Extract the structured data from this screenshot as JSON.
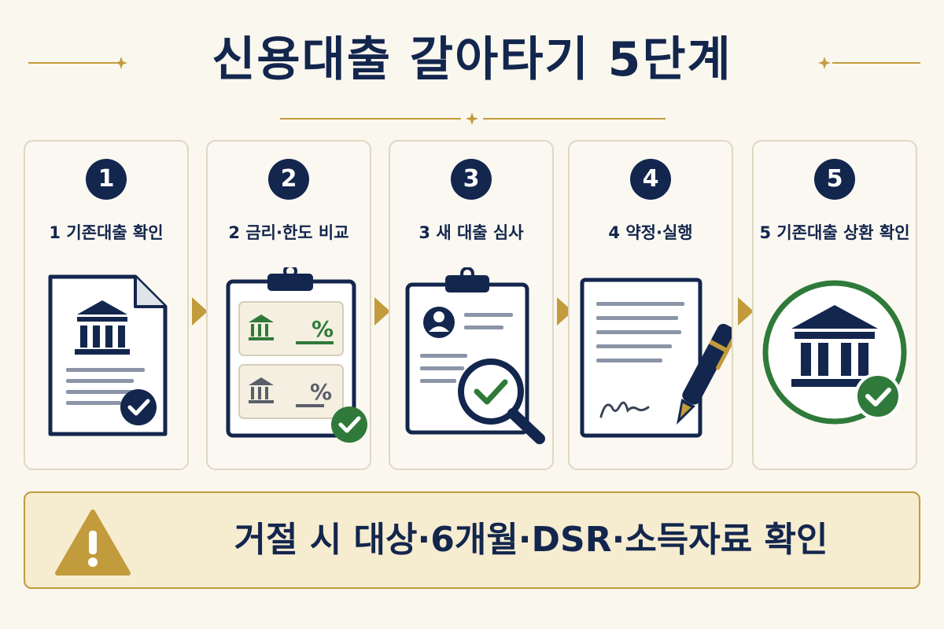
{
  "title": "신용대출 갈아타기 5단계",
  "steps": [
    {
      "number": "1",
      "label": "1 기존대출 확인",
      "icon": "bank-document-check-icon"
    },
    {
      "number": "2",
      "label": "2 금리·한도 비교",
      "icon": "clipboard-rate-compare-icon"
    },
    {
      "number": "3",
      "label": "3 새 대출 심사",
      "icon": "clipboard-magnifier-review-icon"
    },
    {
      "number": "4",
      "label": "4 약정·실행",
      "icon": "contract-pen-sign-icon"
    },
    {
      "number": "5",
      "label": "5 기존대출 상환 확인",
      "icon": "bank-circle-check-icon"
    }
  ],
  "warning": {
    "text": "거절 시 대상·6개월·DSR·소득자료 확인",
    "icon": "warning-triangle-icon"
  },
  "colors": {
    "navy": "#13264d",
    "gold": "#c29b3c",
    "green": "#2f7a3a",
    "background": "#faf7ef"
  }
}
